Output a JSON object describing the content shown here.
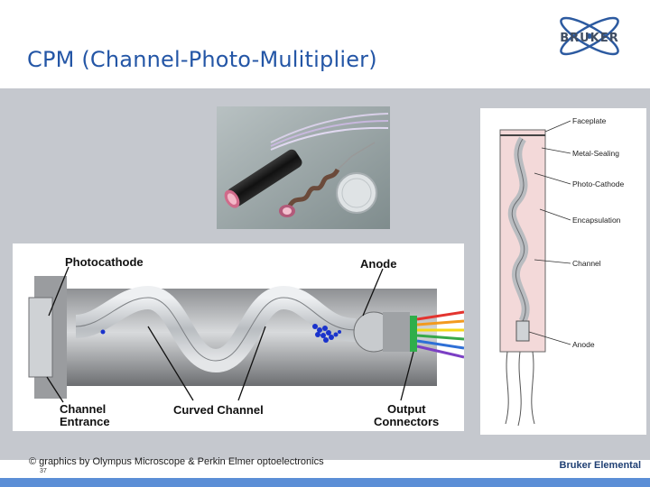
{
  "slide": {
    "title": "CPM (Channel-Photo-Mulitiplier)",
    "caption": "© graphics by Olympus Microscope & Perkin Elmer optoelectronics",
    "slide_number": "37",
    "brand": "Bruker Elemental",
    "logo_text": "BRUKER"
  },
  "diagram_labels": {
    "photocathode": "Photocathode",
    "anode": "Anode",
    "channel_entrance_1": "Channel",
    "channel_entrance_2": "Entrance",
    "curved_channel": "Curved Channel",
    "output_1": "Output",
    "output_2": "Connectors"
  },
  "schematic_labels": {
    "faceplate": "Faceplate",
    "metal_sealing": "Metal-Sealing",
    "photo_cathode": "Photo-Cathode",
    "encapsulation": "Encapsulation",
    "channel": "Channel",
    "anode": "Anode"
  },
  "colors": {
    "title": "#2456a6",
    "band": "#c5c8ce",
    "bottom_bar": "#5b8ed6"
  }
}
